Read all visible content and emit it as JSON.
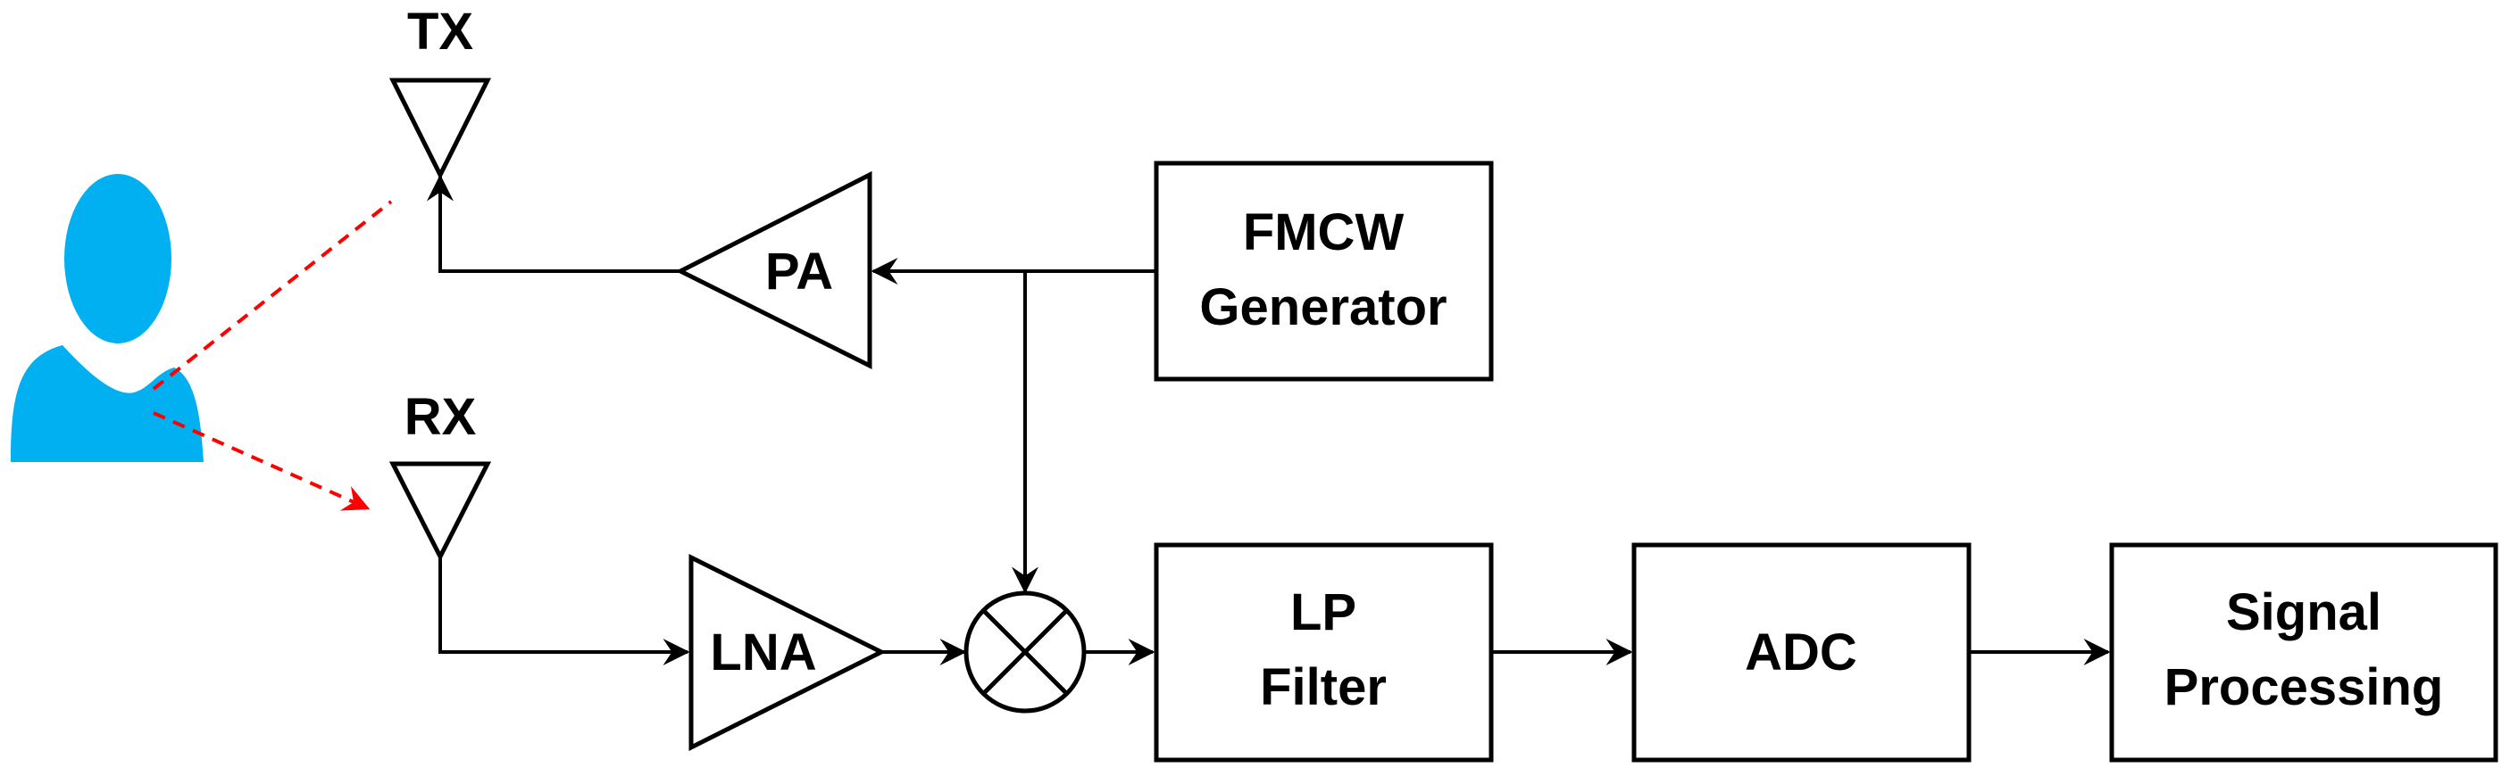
{
  "labels": {
    "tx": "TX",
    "rx": "RX",
    "pa": "PA",
    "lna": "LNA",
    "fmcw_line1": "FMCW",
    "fmcw_line2": "Generator",
    "lp_line1": "LP",
    "lp_line2": "Filter",
    "adc": "ADC",
    "sp_line1": "Signal",
    "sp_line2": "Processing"
  },
  "colors": {
    "person": "#00b0f0",
    "signal_path": "#ff0000",
    "stroke": "#000000"
  },
  "icons": {
    "person": "user-silhouette-icon",
    "tx_antenna": "antenna-icon",
    "rx_antenna": "antenna-icon",
    "mixer": "mixer-cross-icon"
  }
}
